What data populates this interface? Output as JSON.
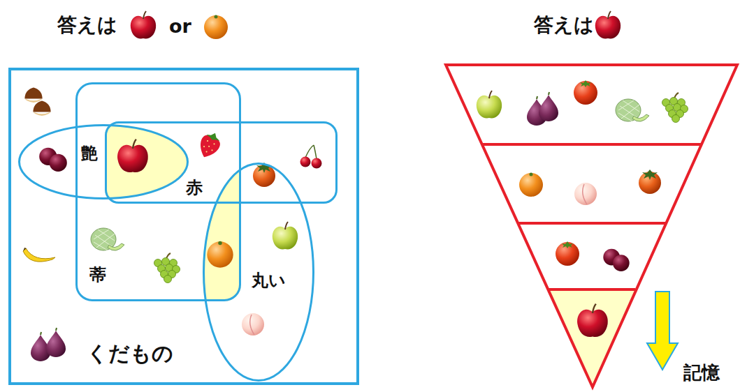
{
  "diagram": {
    "nodes": [
      {
        "text": [
          "くだもの"
        ]
      },
      {
        "text": [
          "蒂"
        ],
        "in": 0
      },
      {
        "text": [
          "艶"
        ],
        "in": 0
      },
      {
        "text": [
          "赤"
        ],
        "in": 0
      },
      {
        "text": [
          "丸い"
        ],
        "in": 0
      }
    ],
    "labels": [
      "答えは",
      "or",
      "答えは",
      "記憶"
    ]
  }
}
